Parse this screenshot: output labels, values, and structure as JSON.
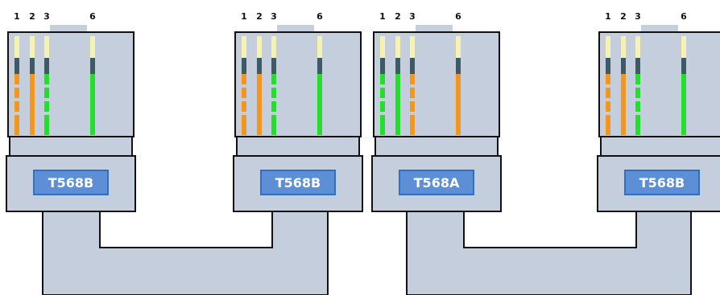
{
  "colors": {
    "body": "#c4cedd",
    "outline": "#111111",
    "label_box": "#5c8fd6",
    "label_border": "#2f6fc6",
    "contact_top": "#f7f2b0",
    "contact_collar": "#3e5a64",
    "green": "#22e02a",
    "orange": "#f2961e"
  },
  "pin_numbers": [
    "1",
    "2",
    "3",
    "6"
  ],
  "connectors": [
    {
      "label": "T568B",
      "wires": [
        {
          "pin": "1",
          "color": "orange",
          "striped": true
        },
        {
          "pin": "2",
          "color": "orange",
          "striped": false
        },
        {
          "pin": "3",
          "color": "green",
          "striped": true
        },
        {
          "pin": "6",
          "color": "green",
          "striped": false
        }
      ]
    },
    {
      "label": "T568B",
      "wires": [
        {
          "pin": "1",
          "color": "orange",
          "striped": true
        },
        {
          "pin": "2",
          "color": "orange",
          "striped": false
        },
        {
          "pin": "3",
          "color": "green",
          "striped": true
        },
        {
          "pin": "6",
          "color": "green",
          "striped": false
        }
      ]
    },
    {
      "label": "T568A",
      "wires": [
        {
          "pin": "1",
          "color": "green",
          "striped": true
        },
        {
          "pin": "2",
          "color": "green",
          "striped": false
        },
        {
          "pin": "3",
          "color": "orange",
          "striped": true
        },
        {
          "pin": "6",
          "color": "orange",
          "striped": false
        }
      ]
    },
    {
      "label": "T568B",
      "wires": [
        {
          "pin": "1",
          "color": "orange",
          "striped": true
        },
        {
          "pin": "2",
          "color": "orange",
          "striped": false
        },
        {
          "pin": "3",
          "color": "green",
          "striped": true
        },
        {
          "pin": "6",
          "color": "green",
          "striped": false
        }
      ]
    }
  ],
  "cables": [
    {
      "connects": [
        0,
        1
      ]
    },
    {
      "connects": [
        2,
        3
      ]
    }
  ]
}
